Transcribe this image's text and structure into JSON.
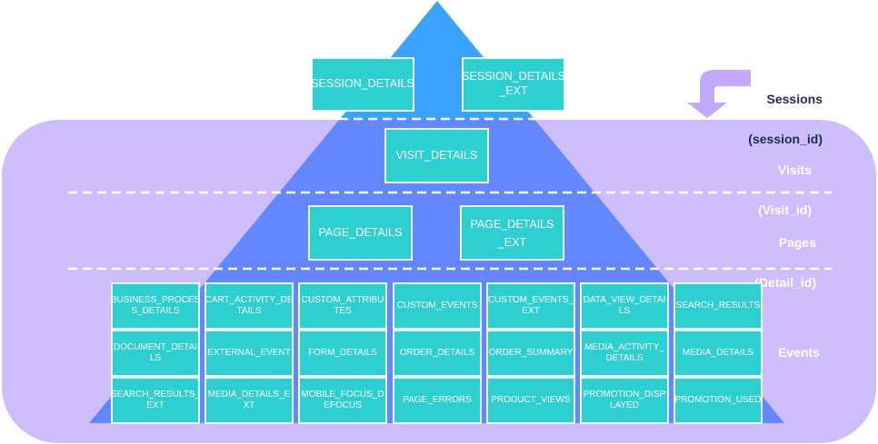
{
  "colors": {
    "band": "#cdbdfd",
    "pyramid_top": "#3aa2ff",
    "pyramid_body": "#6287ff",
    "box_fill": "#2dcfd1",
    "box_border": "#eef9ff",
    "arrow": "#c4a8fb",
    "label_dark": "#1f2d4a",
    "label_light": "#ffffff"
  },
  "levels": {
    "sessions": {
      "title": "Sessions",
      "key": "(session_id)"
    },
    "visits": {
      "title": "Visits",
      "key": "(Visit_id)"
    },
    "pages": {
      "title": "Pages",
      "key": "(Detail_id)"
    },
    "events": {
      "title": "Events"
    }
  },
  "sessions_tables": [
    "SESSION_DETAILS",
    "SESSION_DETAILS\n_EXT"
  ],
  "visits_tables": [
    "VISIT_DETAILS"
  ],
  "pages_tables": [
    "PAGE_DETAILS",
    "PAGE_DETAILS\n_EXT"
  ],
  "events_tables": [
    [
      "BUSINESS_PROCES\nS_DETAILS",
      "CART_ACTIVITY_DE\nTAILS",
      "CUSTOM_ATTRIBU\nTES",
      "CUSTOM_EVENTS",
      "CUSTOM_EVENTS_\nEXT",
      "DATA_VIEW_DETAI\nLS",
      "SEARCH_RESULTS"
    ],
    [
      "DOCUMENT_DETAI\nLS",
      "EXTERNAL_EVENT",
      "FORM_DETAILS",
      "ORDER_DETAILS",
      "ORDER_SUMMARY",
      "MEDIA_ACTIVITY_\nDETAILS",
      "MEDIA_DETAILS"
    ],
    [
      "SEARCH_RESULTS_\nEXT",
      "MEDIA_DETAILS_E\nXT",
      "MOBILE_FOCUS_D\nEFOCUS",
      "PAGE_ERRORS",
      "PRODUCT_VIEWS",
      "PROMOTION_DISP\nLAYED",
      "PROMOTION_USED"
    ]
  ]
}
